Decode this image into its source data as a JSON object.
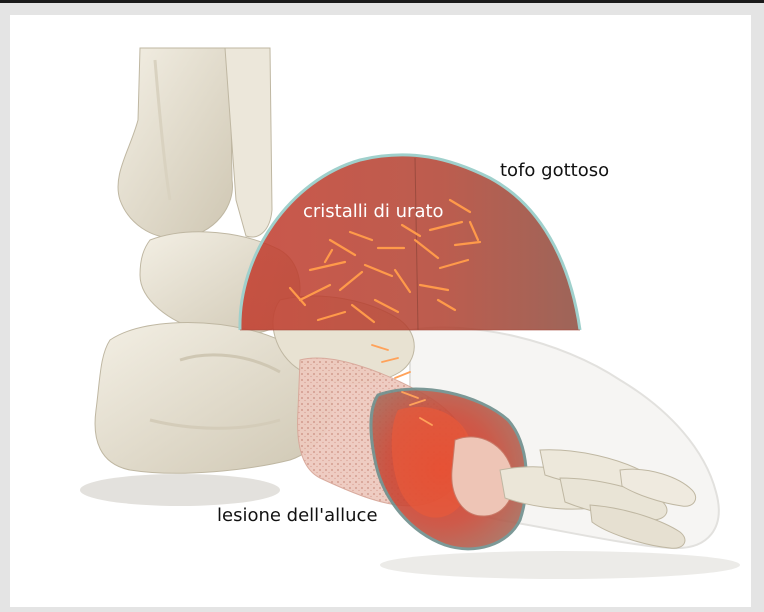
{
  "labels": {
    "tophus": "tofo gottoso",
    "crystals": "cristalli di urato",
    "lesion": "lesione dell'alluce"
  },
  "colors": {
    "bone": "#e9e3d4",
    "bone_shadow": "#c9c1ad",
    "tophus_fill": "#b8382a",
    "tophus_rim": "#8fc8c4",
    "crystal": "#ff9a4a",
    "frame_bg": "#ffffff",
    "page_bg": "#e4e4e4"
  }
}
